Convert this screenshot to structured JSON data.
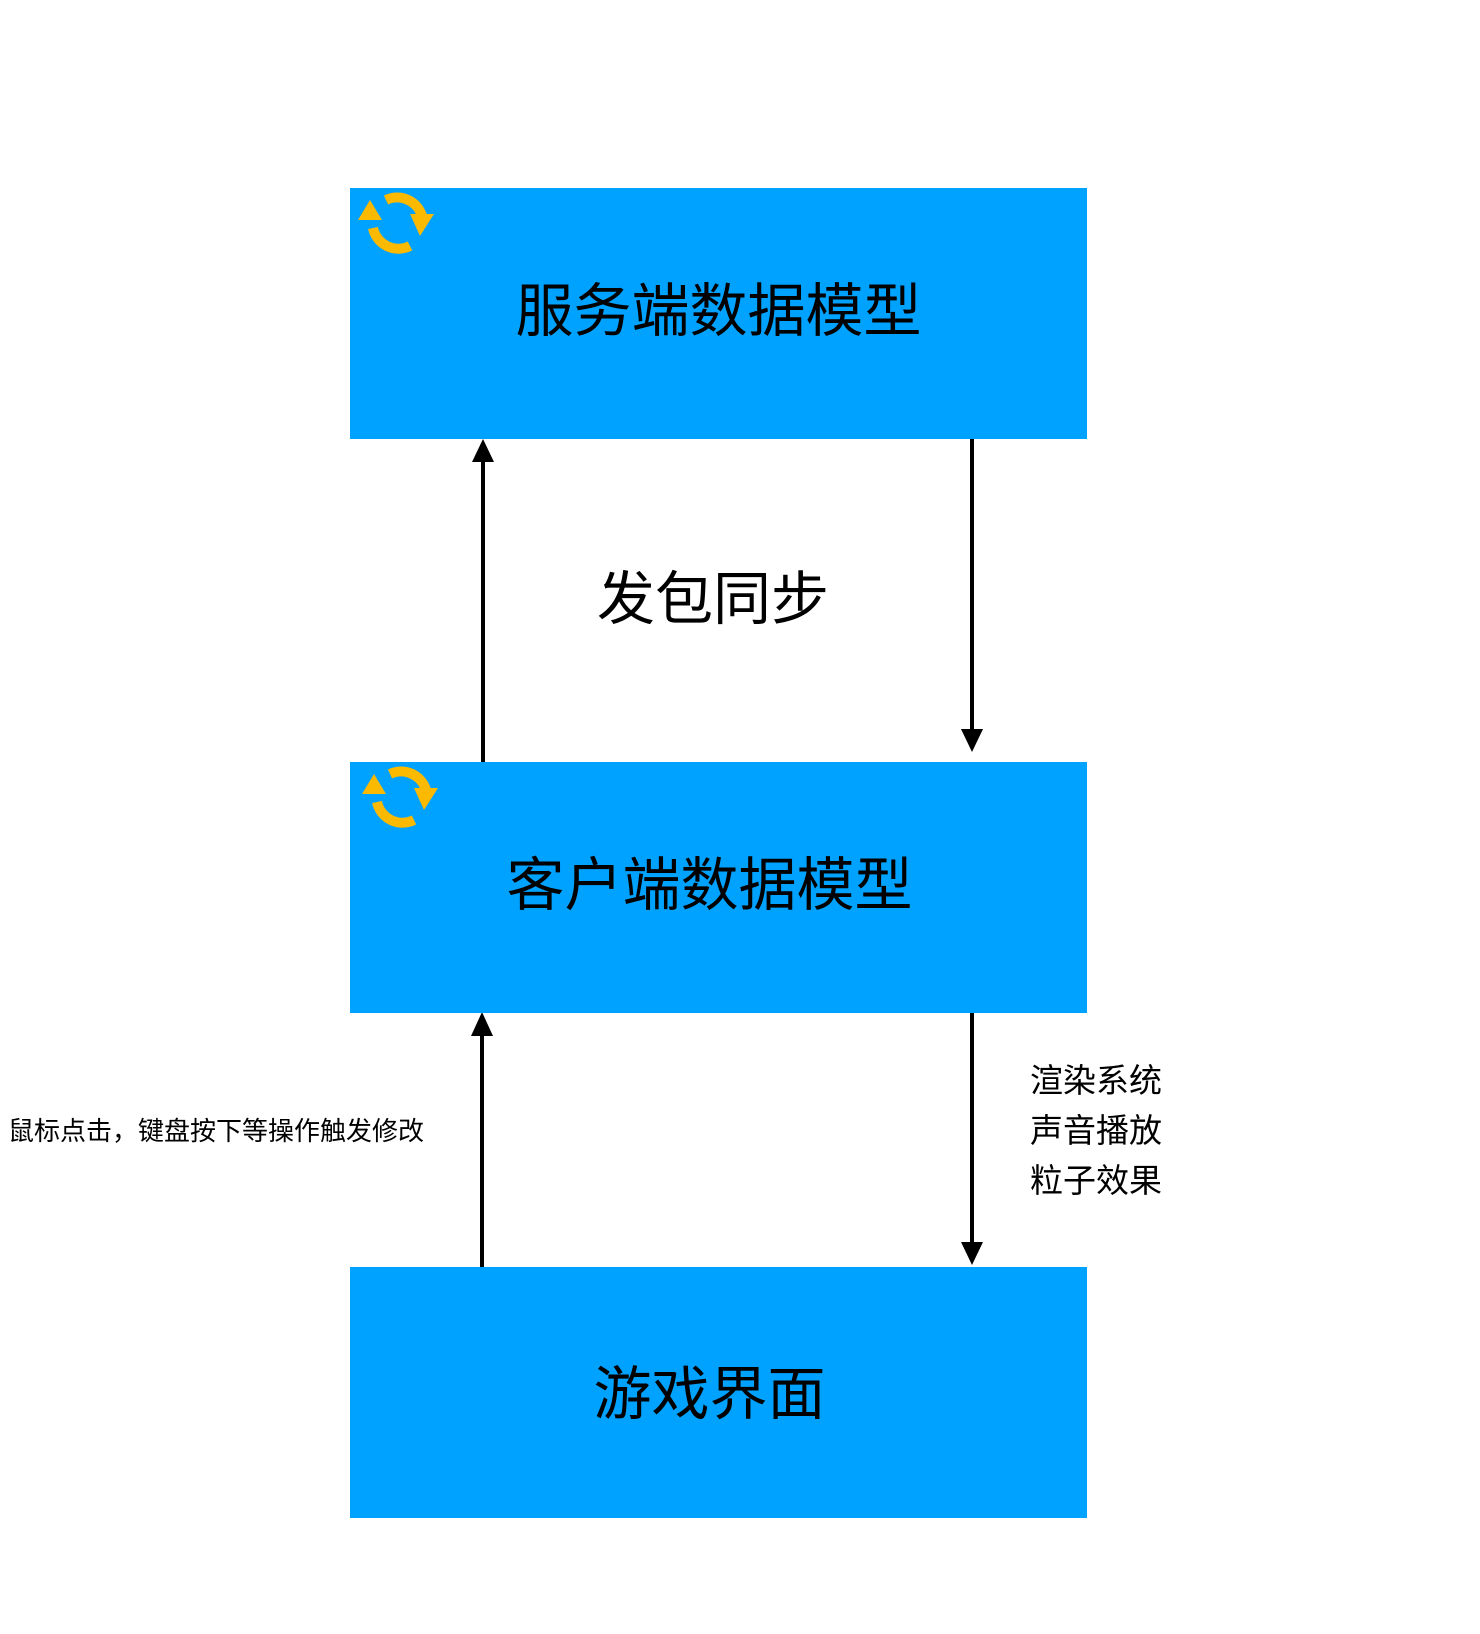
{
  "colors": {
    "box": "#00a2ff",
    "sync_icon": "#fbb900",
    "arrow": "#000000"
  },
  "nodes": {
    "server": {
      "label": "服务端数据模型",
      "icon": "sync-icon"
    },
    "client": {
      "label": "客户端数据模型",
      "icon": "sync-icon"
    },
    "ui": {
      "label": "游戏界面"
    }
  },
  "edges": {
    "sync_label": "发包同步",
    "input_label": "鼠标点击，键盘按下等操作触发修改",
    "output_lines": [
      "渲染系统",
      "声音播放",
      "粒子效果"
    ]
  }
}
